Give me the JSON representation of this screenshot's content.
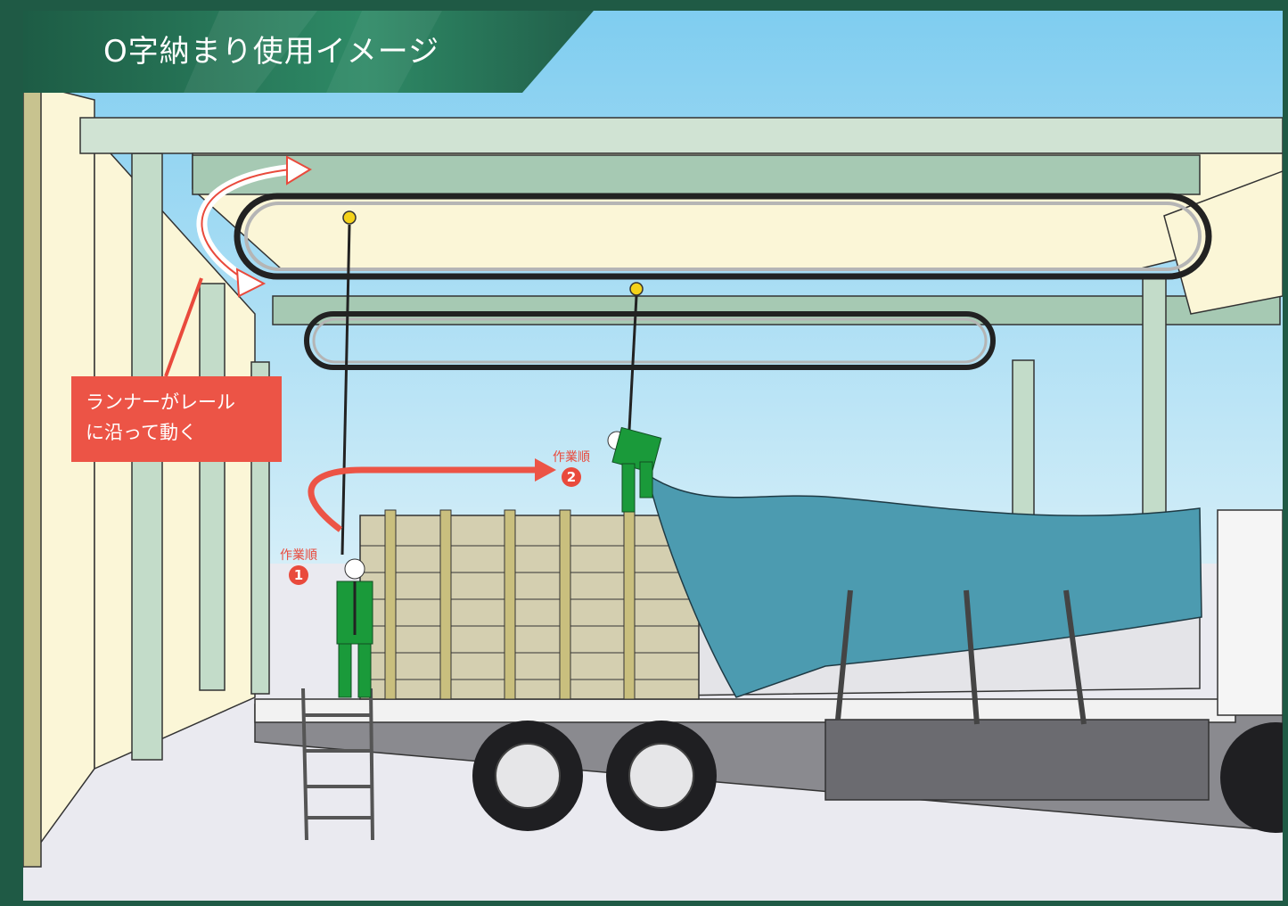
{
  "title": "O字納まり使用イメージ",
  "callout": {
    "line1": "ランナーがレール",
    "line2": "に沿って動く"
  },
  "steps": [
    {
      "label": "作業順",
      "number": "1"
    },
    {
      "label": "作業順",
      "number": "2"
    }
  ],
  "colors": {
    "frame_green": "#1f5a45",
    "title_banner": "#2c7a5c",
    "accent_red": "#ec5446",
    "tarp_blue": "#4c9bb0",
    "worker_green": "#1a9a3a",
    "sky": "#8ed3f0"
  }
}
